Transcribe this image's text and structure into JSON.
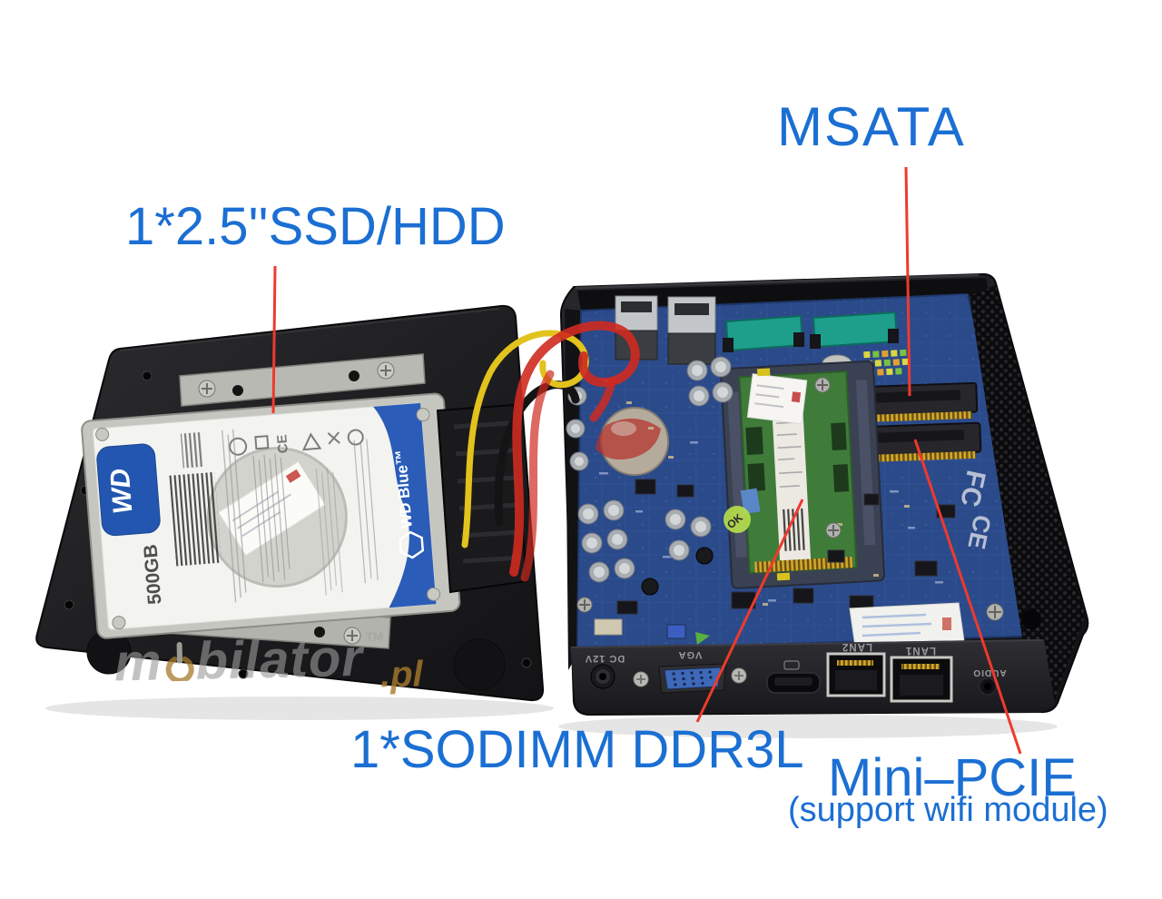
{
  "annotations": {
    "ssd_hdd": {
      "label": "1*2.5''SSD/HDD"
    },
    "msata": {
      "label": "MSATA"
    },
    "sodimm": {
      "label": "1*SODIMM DDR3L"
    },
    "mini_pcie": {
      "label": "Mini–PCIE",
      "sublabel": "(support wifi module)"
    }
  },
  "watermark": {
    "prefix": "m",
    "suffix": "bilator",
    "domain": ".pl",
    "tm_mark": "TM"
  },
  "device": {
    "hdd": {
      "brand": "WD",
      "series": "WD Blue™",
      "capacity": "500GB"
    },
    "ports": {
      "dc": "DC 12V",
      "vga": "VGA",
      "lan2": "LAN2",
      "lan1": "LAN1",
      "audio": "AUDIO"
    },
    "board_marks": {
      "fcc": "FC",
      "ce": "CE",
      "ram_sticker": "OK"
    }
  },
  "colors": {
    "annotation_blue": "#1b6fd3",
    "leader_red": "#ee3a2c",
    "watermark_gray": "#9b9b9b",
    "watermark_amber": "#a87a2c",
    "background": "#ffffff"
  }
}
